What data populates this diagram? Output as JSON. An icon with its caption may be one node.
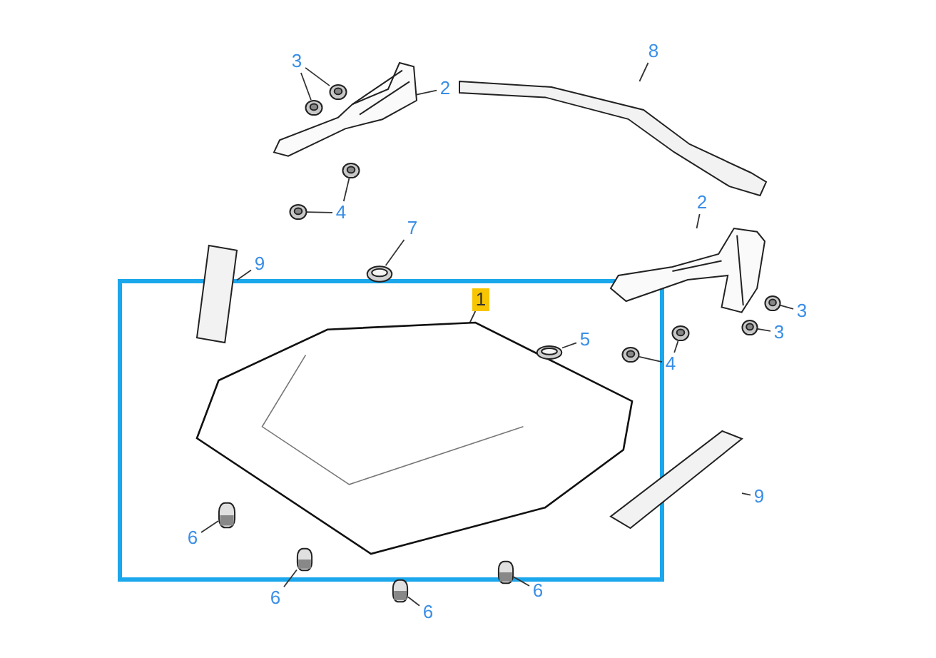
{
  "diagram": {
    "nodes": [
      {
        "text": [
          "3"
        ]
      },
      {
        "text": [
          "2"
        ]
      },
      {
        "text": [
          "8"
        ]
      },
      {
        "text": [
          "4"
        ]
      },
      {
        "text": [
          "7"
        ]
      },
      {
        "text": [
          "9"
        ]
      },
      {
        "text": [
          "2"
        ]
      },
      {
        "text": [
          "1"
        ]
      },
      {
        "text": [
          "5"
        ]
      },
      {
        "text": [
          "3"
        ]
      },
      {
        "text": [
          "3"
        ]
      },
      {
        "text": [
          "4"
        ]
      },
      {
        "text": [
          "9"
        ]
      },
      {
        "text": [
          "6"
        ]
      },
      {
        "text": [
          "6"
        ]
      },
      {
        "text": [
          "6"
        ]
      },
      {
        "text": [
          "6"
        ]
      },
      {
        "text": [],
        "shape": "picture"
      },
      {
        "text": [],
        "shape": "picture"
      },
      {
        "text": [],
        "shape": "picture"
      },
      {
        "text": [],
        "shape": "picture"
      },
      {
        "text": [],
        "shape": "picture"
      },
      {
        "text": [],
        "shape": "picture"
      },
      {
        "text": [],
        "shape": "picture"
      },
      {
        "text": [],
        "shape": "picture"
      },
      {
        "text": [],
        "shape": "picture"
      },
      {
        "text": [],
        "shape": "picture"
      },
      {
        "text": [],
        "shape": "picture"
      },
      {
        "text": [],
        "shape": "picture"
      },
      {
        "text": [],
        "shape": "picture"
      },
      {
        "text": [],
        "shape": "picture"
      },
      {
        "text": [],
        "shape": "picture"
      },
      {
        "text": [],
        "shape": "picture"
      },
      {
        "text": [],
        "shape": "picture"
      },
      {
        "text": [],
        "shape": "picture"
      },
      {
        "text": [],
        "shape": "picture"
      },
      {
        "text": [],
        "shape": "picture"
      }
    ],
    "edges": [
      {
        "from": 0,
        "to": 17,
        "arrow": "none"
      },
      {
        "from": 0,
        "to": 18,
        "arrow": "none"
      },
      {
        "from": 1,
        "to": 19,
        "arrow": "none"
      },
      {
        "from": 2,
        "to": 20,
        "arrow": "none"
      },
      {
        "from": 3,
        "to": 21,
        "arrow": "none"
      },
      {
        "from": 3,
        "to": 22,
        "arrow": "none"
      },
      {
        "from": 4,
        "to": 23,
        "arrow": "none"
      },
      {
        "from": 5,
        "to": 24,
        "arrow": "none"
      },
      {
        "from": 6,
        "to": 25,
        "arrow": "none"
      },
      {
        "from": 7,
        "to": 26,
        "arrow": "none"
      },
      {
        "from": 8,
        "to": 27,
        "arrow": "none"
      },
      {
        "from": 9,
        "to": 28,
        "arrow": "none"
      },
      {
        "from": 10,
        "to": 29,
        "arrow": "none"
      },
      {
        "from": 11,
        "to": 30,
        "arrow": "none"
      },
      {
        "from": 11,
        "to": 31,
        "arrow": "none"
      },
      {
        "from": 12,
        "to": 32,
        "arrow": "none"
      },
      {
        "from": 13,
        "to": 33,
        "arrow": "none"
      },
      {
        "from": 14,
        "to": 34,
        "arrow": "none"
      },
      {
        "from": 15,
        "to": 35,
        "arrow": "none"
      },
      {
        "from": 16,
        "to": 36,
        "arrow": "none"
      }
    ]
  }
}
